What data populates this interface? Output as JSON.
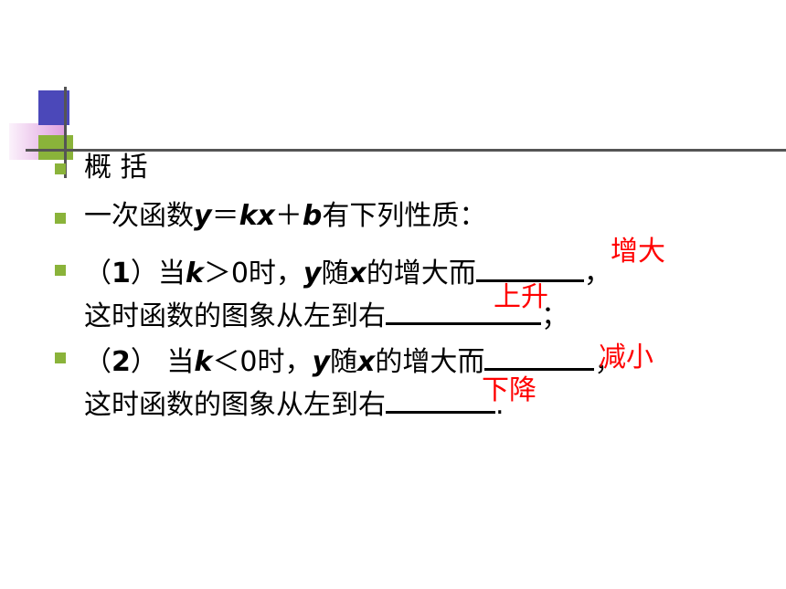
{
  "slide": {
    "heading": "概 括",
    "intro": {
      "text1": "一次函数",
      "y": "y",
      "eq": "＝",
      "kx": "kx",
      "plus": "＋",
      "b": "b",
      "text2": "有下列性质："
    },
    "item1": {
      "label_open": "（",
      "num": "1",
      "label_close": "）当",
      "k": "k",
      "cond": "＞0时，",
      "y": "y",
      "t1": "随",
      "x": "x",
      "t2": "的增大而",
      "comma": "，",
      "line2": "这时函数的图象从左到右",
      "semicolon": "；",
      "answer1": "增大",
      "answer2": "上升"
    },
    "item2": {
      "label_open": "（",
      "num": "2",
      "label_close": "） 当",
      "k": "k",
      "cond": "＜0时，",
      "y": "y",
      "t1": "随",
      "x": "x",
      "t2": "的增大而",
      "comma": "，",
      "line2": "这时函数的图象从左到右",
      "period": ".",
      "answer1": "减小",
      "answer2": "下降"
    }
  },
  "colors": {
    "bullet": "#8ab33a",
    "answer": "#ff0000",
    "deco_blue": "#4b48b9"
  }
}
